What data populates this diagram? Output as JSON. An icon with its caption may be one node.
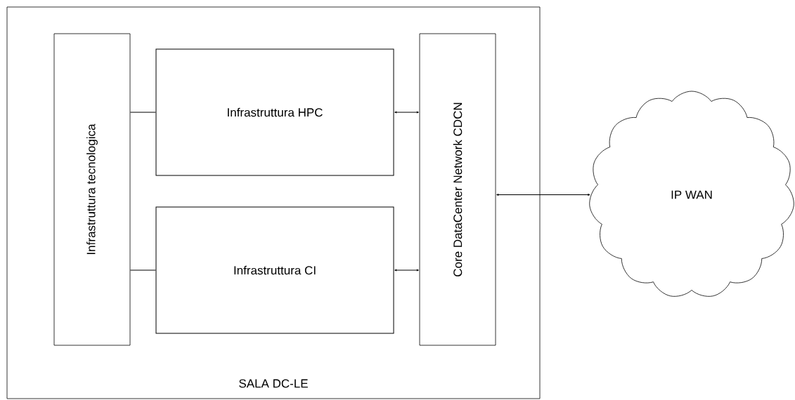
{
  "diagram": {
    "nodes": [
      {
        "text": [
          "SALA DC-LE"
        ]
      },
      {
        "text": [
          "Infrastruttura tecnologica"
        ],
        "in": 0
      },
      {
        "text": [
          "Infrastruttura HPC"
        ],
        "in": 0
      },
      {
        "text": [
          "Infrastruttura CI"
        ],
        "in": 0
      },
      {
        "text": [
          "Core DataCenter Network CDCN"
        ],
        "in": 0
      },
      {
        "text": [
          "IP WAN"
        ]
      }
    ],
    "edges": [
      {
        "from": 1,
        "to": 2,
        "arrow": "none"
      },
      {
        "from": 1,
        "to": 3,
        "arrow": "none"
      },
      {
        "from": 2,
        "to": 4,
        "arrow": "both"
      },
      {
        "from": 3,
        "to": 4,
        "arrow": "both"
      },
      {
        "from": 4,
        "to": 5,
        "arrow": "both"
      }
    ]
  }
}
